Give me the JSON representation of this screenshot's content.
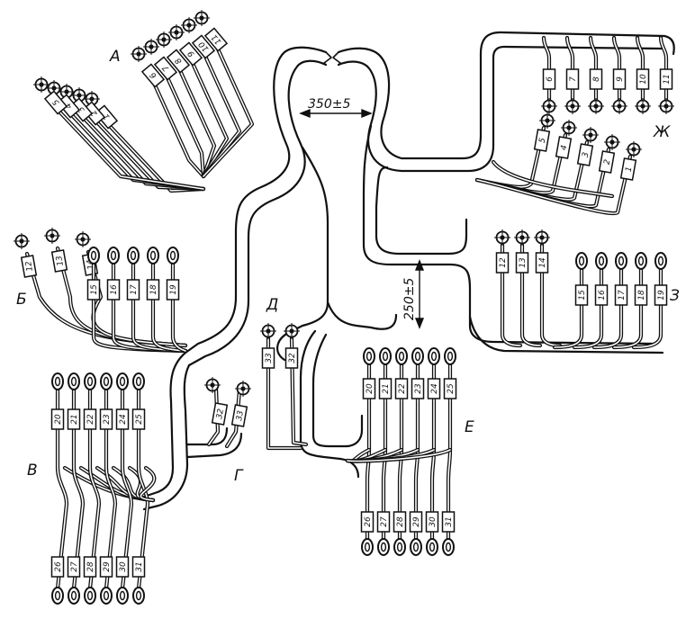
{
  "diagram": {
    "line_color": "#111111",
    "paper_color": "#ffffff",
    "dimensions": {
      "top": "350±5",
      "middle": "250±5"
    },
    "groups": {
      "A": {
        "label": "А",
        "tags": [
          "1",
          "2",
          "3",
          "4",
          "5",
          "6",
          "7",
          "8",
          "9",
          "10",
          "11"
        ]
      },
      "B": {
        "label": "Б",
        "tags": [
          "12",
          "13",
          "14",
          "15",
          "16",
          "17",
          "18",
          "19"
        ]
      },
      "V": {
        "label": "В",
        "tags": [
          "20",
          "21",
          "22",
          "23",
          "24",
          "25",
          "26",
          "27",
          "28",
          "29",
          "30",
          "31"
        ]
      },
      "G": {
        "label": "Г",
        "tags": [
          "32",
          "33"
        ]
      },
      "D": {
        "label": "Д",
        "tags": [
          "33",
          "32"
        ]
      },
      "E": {
        "label": "Е",
        "tags": [
          "20",
          "21",
          "22",
          "23",
          "24",
          "25",
          "26",
          "27",
          "28",
          "29",
          "30",
          "31"
        ]
      },
      "Z": {
        "label": "З",
        "tags": [
          "12",
          "13",
          "14",
          "15",
          "16",
          "17",
          "18",
          "19"
        ]
      },
      "ZH": {
        "label": "Ж",
        "tags": [
          "6",
          "7",
          "8",
          "9",
          "10",
          "11",
          "5",
          "4",
          "3",
          "2",
          "1"
        ]
      }
    }
  }
}
